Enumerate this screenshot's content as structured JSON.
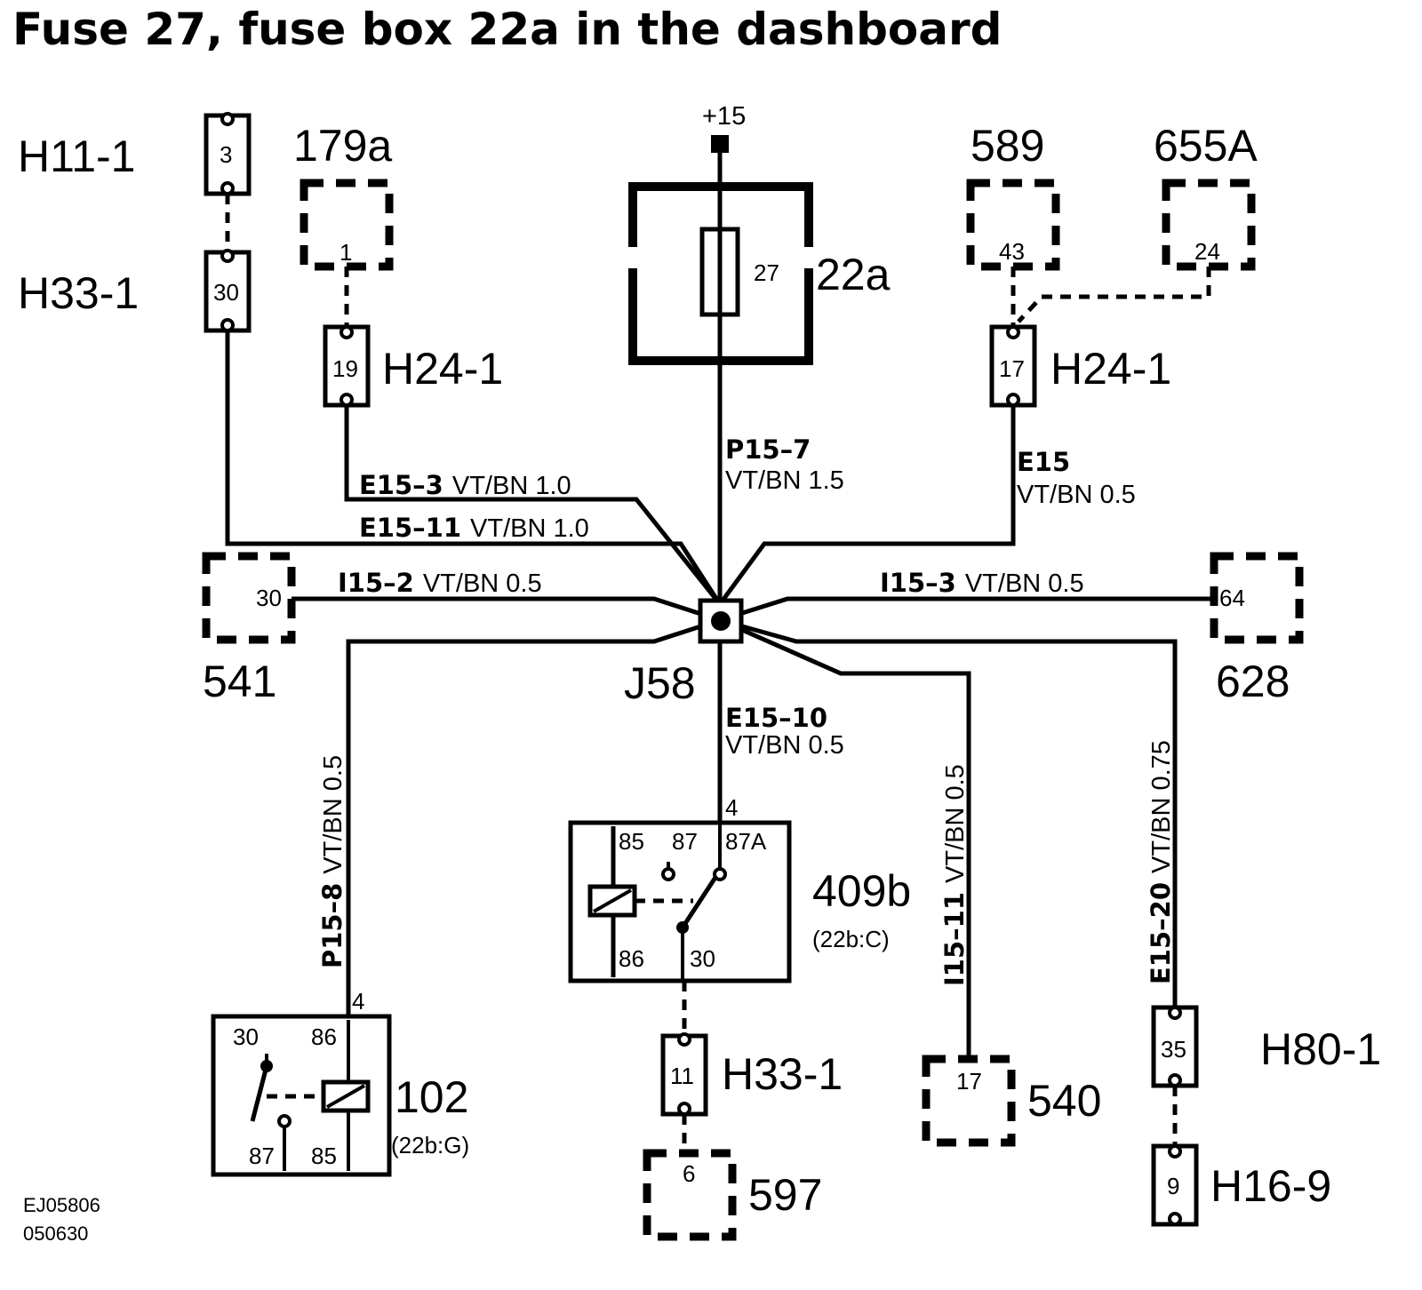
{
  "title": "Fuse 27, fuse box 22a in the dashboard",
  "supply": "+15",
  "fuse": {
    "number": "27",
    "box": "22a"
  },
  "junction": "J58",
  "connectors": {
    "h11_1": {
      "label": "H11-1",
      "pin": "3"
    },
    "h33_1_top": {
      "label": "H33-1",
      "pin": "30"
    },
    "c179a": {
      "label": "179a",
      "pin": "1"
    },
    "h24_1_left": {
      "label": "H24-1",
      "pin": "19"
    },
    "c589": {
      "label": "589",
      "pin": "43"
    },
    "c655a": {
      "label": "655A",
      "pin": "24"
    },
    "h24_1_right": {
      "label": "H24-1",
      "pin": "17"
    },
    "c541": {
      "label": "541",
      "pin": "30"
    },
    "c628": {
      "label": "628",
      "pin": "64"
    },
    "h33_1_bottom": {
      "label": "H33-1",
      "pin": "11"
    },
    "c597": {
      "label": "597",
      "pin": "6"
    },
    "c540": {
      "label": "540",
      "pin": "17"
    },
    "h80_1": {
      "label": "H80-1",
      "pin": "35"
    },
    "h16_9": {
      "label": "H16-9",
      "pin": "9"
    }
  },
  "wires": {
    "p15_7": {
      "id": "P15–7",
      "spec": "VT/BN   1.5"
    },
    "e15": {
      "id": "E15",
      "spec": "VT/BN   0.5"
    },
    "e15_3": {
      "id": "E15–3",
      "spec": "VT/BN   1.0"
    },
    "e15_11": {
      "id": "E15–11",
      "spec": "VT/BN   1.0"
    },
    "i15_2": {
      "id": "I15–2",
      "spec": "VT/BN   0.5"
    },
    "i15_3": {
      "id": "I15–3",
      "spec": "VT/BN   0.5"
    },
    "e15_10": {
      "id": "E15–10",
      "spec": "VT/BN   0.5"
    },
    "p15_8": {
      "id": "P15–8",
      "spec": "VT/BN  0.5"
    },
    "i15_11": {
      "id": "I15–11",
      "spec": "VT/BN  0.5"
    },
    "e15_20": {
      "id": "E15–20",
      "spec": "VT/BN  0.75"
    }
  },
  "relay_409b": {
    "label": "409b",
    "ref": "(22b:C)",
    "input_pin": "4",
    "pins": {
      "p85": "85",
      "p87": "87",
      "p87a": "87A",
      "p86": "86",
      "p30": "30"
    }
  },
  "relay_102": {
    "label": "102",
    "ref": "(22b:G)",
    "input_pin": "4",
    "pins": {
      "p30": "30",
      "p86": "86",
      "p87": "87",
      "p85": "85"
    }
  },
  "doc_code": [
    "EJ05806",
    "050630"
  ]
}
